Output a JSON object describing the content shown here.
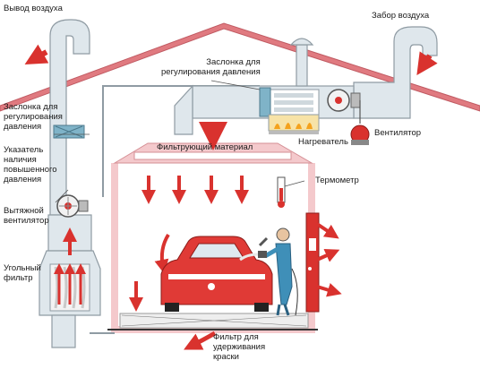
{
  "labels": {
    "exhaust_out": "Вывод воздуха",
    "air_intake": "Забор воздуха",
    "pressure_damper_top": "Заслонка для\nрегулирования давления",
    "pressure_damper_left": "Заслонка для\nрегулирования\nдавления",
    "pressure_indicator": "Указатель\nналичия\nповышенного\nдавления",
    "exhaust_fan": "Вытяжной\nвентилятор",
    "carbon_filter": "Угольный\nфильтр",
    "filter_material": "Фильтрующий материал",
    "heater": "Нагреватель",
    "fan": "Вентилятор",
    "thermometer": "Термометр",
    "paint_filter": "Фильтр для\nудерживания\nкраски"
  },
  "colors": {
    "roof": "#e07a80",
    "duct": "#dfe7ec",
    "duct_edge": "#8f9ba3",
    "chamber_wall": "#f4c9cc",
    "arrow": "#d9322e",
    "car_body": "#e03a36",
    "flame": "#f4a21d",
    "worker": "#3f8fb8"
  },
  "icons": [
    "exhaust-fan-icon",
    "intake-fan-icon",
    "heater-flame-icon",
    "thermometer-icon",
    "damper-icon",
    "car-icon",
    "painter-icon",
    "spray-gun-icon",
    "door-icon"
  ]
}
